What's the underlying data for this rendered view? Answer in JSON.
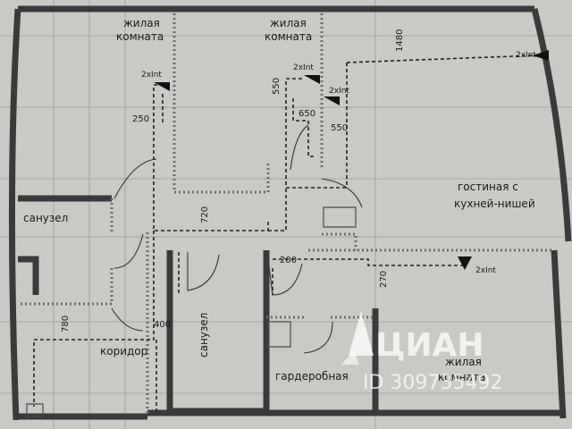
{
  "rooms": {
    "living_1": "жилая\nкомната",
    "living_2": "жилая\nкомната",
    "lounge": "гостиная с\nкухней-нишей",
    "bath_1": "санузел",
    "bath_2": "санузел",
    "corridor": "коридор",
    "wardrobe": "гардеробная",
    "living_3": "жилая\nкомната"
  },
  "dimensions": {
    "d1480": "1480",
    "d550a": "550",
    "d650": "650",
    "d550b": "550",
    "d250": "250",
    "d720": "720",
    "d200": "200",
    "d270": "270",
    "d780": "780",
    "d400": "400"
  },
  "sockets": {
    "s1": "2xInt",
    "s2": "2xInt",
    "s3": "2xInt",
    "s4": "2xInt",
    "s5": "2xInt"
  },
  "watermark": {
    "brand": "ЦИАН",
    "id": "ID 309735492"
  }
}
